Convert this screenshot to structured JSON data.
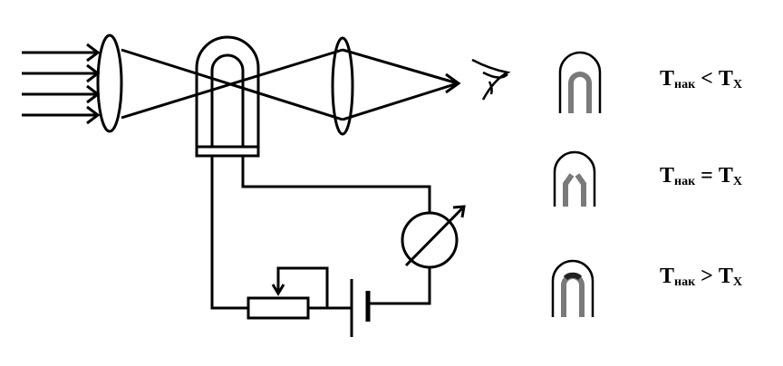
{
  "labels": [
    {
      "main": "T",
      "sub": "нак",
      "op": " < ",
      "rhs": "T",
      "rhs_sub": "X"
    },
    {
      "main": "T",
      "sub": "нак",
      "op": " = ",
      "rhs": "T",
      "rhs_sub": "X"
    },
    {
      "main": "T",
      "sub": "нак",
      "op": " > ",
      "rhs": "T",
      "rhs_sub": "X"
    }
  ],
  "colors": {
    "line": "#000000",
    "filament": "#7a7a7a",
    "filament_hot": "#222222"
  }
}
